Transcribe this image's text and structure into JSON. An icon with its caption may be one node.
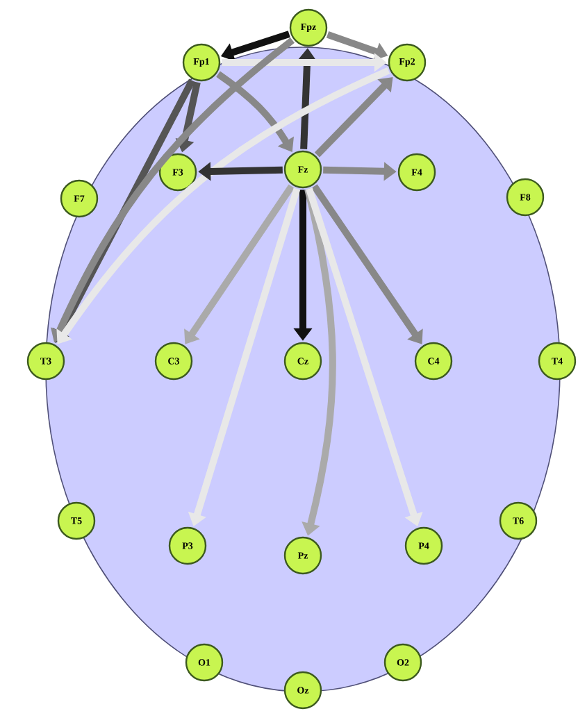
{
  "diagram": {
    "nodes": [
      {
        "text": [
          "Fpz"
        ]
      },
      {
        "text": [
          "Fp1"
        ]
      },
      {
        "text": [
          "Fp2"
        ]
      },
      {
        "text": [
          "F7"
        ]
      },
      {
        "text": [
          "F3"
        ]
      },
      {
        "text": [
          "Fz"
        ]
      },
      {
        "text": [
          "F4"
        ]
      },
      {
        "text": [
          "F8"
        ]
      },
      {
        "text": [
          "T3"
        ]
      },
      {
        "text": [
          "C3"
        ]
      },
      {
        "text": [
          "Cz"
        ]
      },
      {
        "text": [
          "C4"
        ]
      },
      {
        "text": [
          "T4"
        ]
      },
      {
        "text": [
          "T5"
        ]
      },
      {
        "text": [
          "P3"
        ]
      },
      {
        "text": [
          "Pz"
        ]
      },
      {
        "text": [
          "P4"
        ]
      },
      {
        "text": [
          "T6"
        ]
      },
      {
        "text": [
          "O1"
        ]
      },
      {
        "text": [
          "O2"
        ]
      },
      {
        "text": [
          "Oz"
        ]
      }
    ],
    "edges": [
      {
        "from": 5,
        "to": 0,
        "arrow": "to",
        "color": "#333333"
      },
      {
        "from": 0,
        "to": 1,
        "arrow": "to",
        "color": "#111111"
      },
      {
        "from": 0,
        "to": 2,
        "arrow": "to"
      },
      {
        "from": 1,
        "to": 2,
        "arrow": "to",
        "color": "#e8e8e8"
      },
      {
        "from": 1,
        "to": 5,
        "arrow": "to"
      },
      {
        "from": 1,
        "to": 4,
        "arrow": "to",
        "color": "#555555"
      },
      {
        "from": 1,
        "to": 8,
        "arrow": "to",
        "color": "#555555"
      },
      {
        "from": 0,
        "to": 8,
        "arrow": "to"
      },
      {
        "from": 2,
        "to": 8,
        "arrow": "to",
        "color": "#e8e8e8"
      },
      {
        "from": 5,
        "to": 2,
        "arrow": "to"
      },
      {
        "from": 5,
        "to": 4,
        "arrow": "to",
        "color": "#333333"
      },
      {
        "from": 5,
        "to": 6,
        "arrow": "to"
      },
      {
        "from": 5,
        "to": 9,
        "arrow": "to",
        "color": "#aaaaaa"
      },
      {
        "from": 5,
        "to": 10,
        "arrow": "to",
        "color": "#111111"
      },
      {
        "from": 5,
        "to": 11,
        "arrow": "to"
      },
      {
        "from": 5,
        "to": 14,
        "arrow": "to",
        "color": "#e8e8e8"
      },
      {
        "from": 5,
        "to": 15,
        "arrow": "to",
        "color": "#aaaaaa"
      },
      {
        "from": 5,
        "to": 16,
        "arrow": "to",
        "color": "#e8e8e8"
      }
    ]
  }
}
